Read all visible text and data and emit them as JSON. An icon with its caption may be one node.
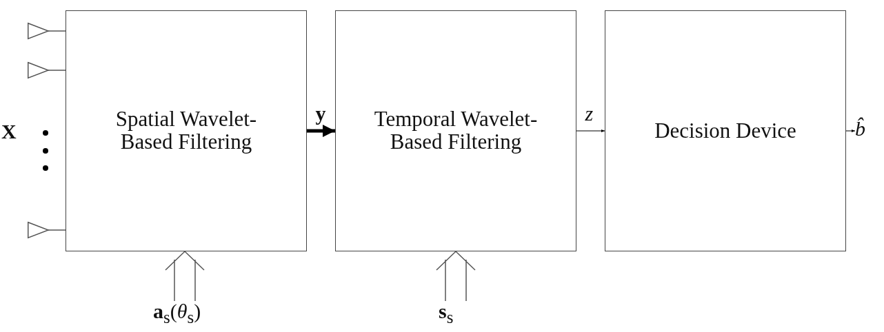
{
  "diagram": {
    "nodes": [
      {
        "text": [
          "Spatial Wavelet- Based Filtering"
        ]
      },
      {
        "text": [
          "Temporal Wavelet- Based Filtering"
        ]
      },
      {
        "text": [
          "Decision Device"
        ]
      },
      {
        "text": [],
        "shape": "triangle"
      },
      {
        "text": [],
        "shape": "triangle"
      },
      {
        "text": [],
        "shape": "triangle"
      },
      {
        "text": [
          "**a**$_{s}$(*θ*$_{s}$)"
        ]
      },
      {
        "text": [
          "**s**$_{s}$"
        ]
      },
      {
        "text": [
          "b̂"
        ]
      }
    ],
    "edges": [
      {
        "from": 3,
        "to": 0,
        "arrow": "none"
      },
      {
        "from": 4,
        "to": 0,
        "arrow": "none"
      },
      {
        "from": 5,
        "to": 0,
        "arrow": "none"
      },
      {
        "from": 0,
        "to": 1,
        "arrow": "to",
        "label": "y",
        "style": "thick"
      },
      {
        "from": 1,
        "to": 2,
        "arrow": "to",
        "label": "z"
      },
      {
        "from": 2,
        "to": 8,
        "arrow": "to"
      },
      {
        "from": 6,
        "to": 0,
        "arrow": "to"
      },
      {
        "from": 7,
        "to": 1,
        "arrow": "to"
      }
    ],
    "labels": [
      "X"
    ]
  }
}
